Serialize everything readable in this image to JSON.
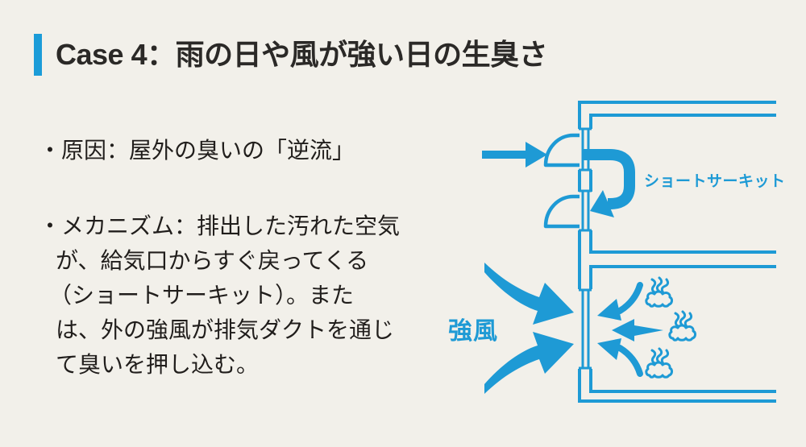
{
  "title": {
    "text": "Case 4：雨の日や風が強い日の生臭さ"
  },
  "bullets": {
    "cause": "・原因：屋外の臭いの「逆流」",
    "mechanism_lines": [
      "・メカニズム：排出した汚れた空気",
      "が、給気口からすぐ戻ってくる",
      "（ショートサーキット）。また",
      "は、外の強風が排気ダクトを通じ",
      "て臭いを押し込む。"
    ]
  },
  "diagram": {
    "labels": {
      "short_circuit": "ショートサーキット",
      "strong_wind": "強風"
    }
  },
  "colors": {
    "bg": "#F2F0EA",
    "blue": "#1E9AD5",
    "ink": "#211E1C",
    "title": "#2B2927",
    "accent": "#1B9CD8"
  }
}
